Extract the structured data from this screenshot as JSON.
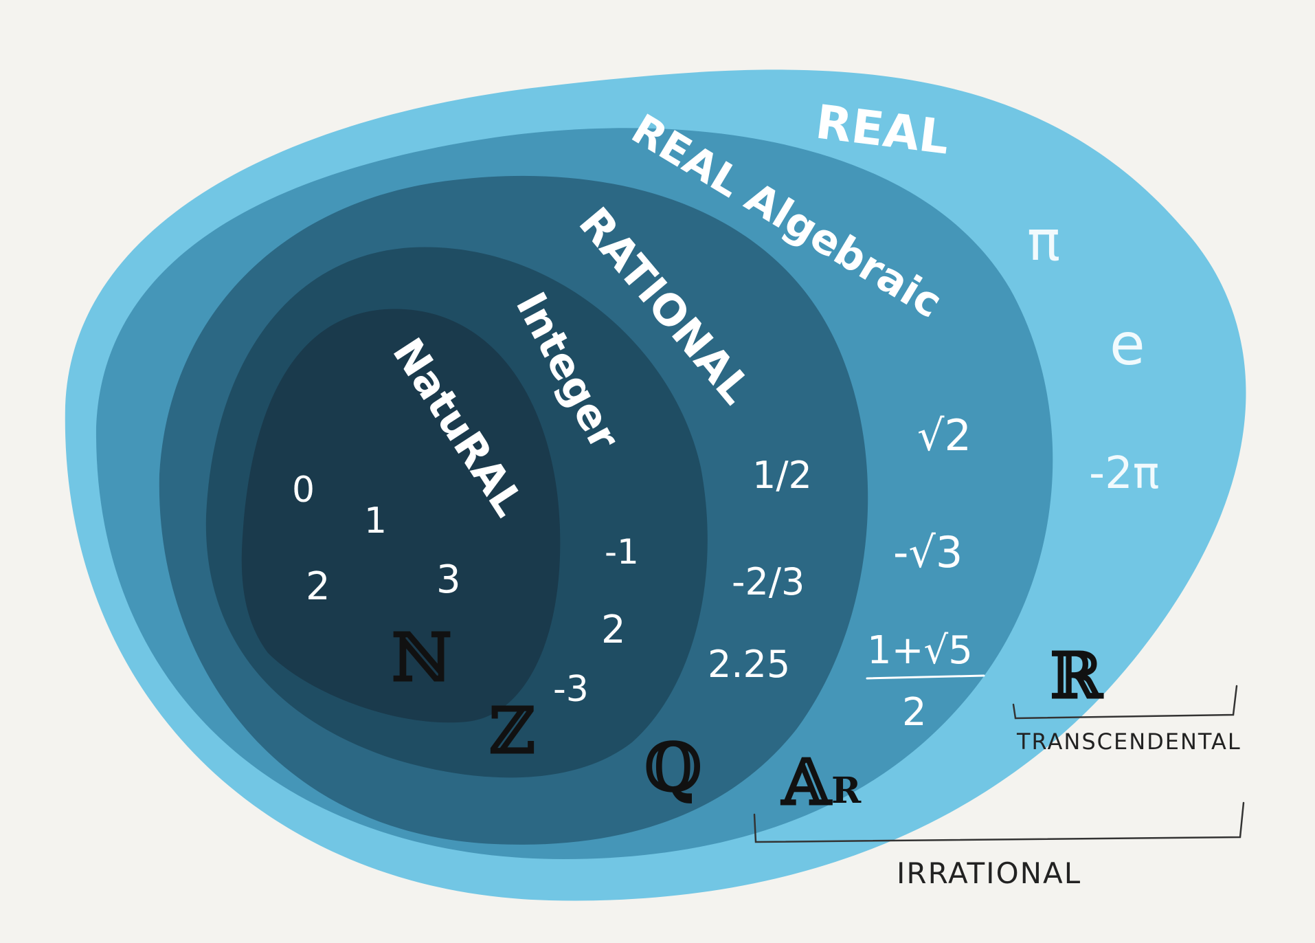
{
  "sets": {
    "real": {
      "label": "REAL",
      "symbol": "ℝ",
      "color": "#72c6e4"
    },
    "algebraic": {
      "label": "REAL Algebraic",
      "symbol": "𝔸",
      "symbol_sub": "R",
      "color": "#4596b8"
    },
    "rational": {
      "label": "RATIONAL",
      "symbol": "ℚ",
      "color": "#2c6884"
    },
    "integer": {
      "label": "Integer",
      "symbol": "ℤ",
      "color": "#1f4d63"
    },
    "natural": {
      "label": "NatuRAL",
      "symbol": "ℕ",
      "color": "#1a3a4c"
    }
  },
  "members": {
    "natural": [
      "0",
      "1",
      "2",
      "3"
    ],
    "integer": [
      "-1",
      "2",
      "-3"
    ],
    "rational": [
      "1/2",
      "-2/3",
      "2.25"
    ],
    "algebraic": {
      "sqrt2": "√2",
      "neg_sqrt3": "-√3",
      "golden_num": "1+√5",
      "golden_den": "2"
    },
    "real": [
      "π",
      "e",
      "-2π"
    ]
  },
  "brackets": {
    "transcendental": "TRANSCENDENTAL",
    "irrational": "IRRATIONAL"
  }
}
